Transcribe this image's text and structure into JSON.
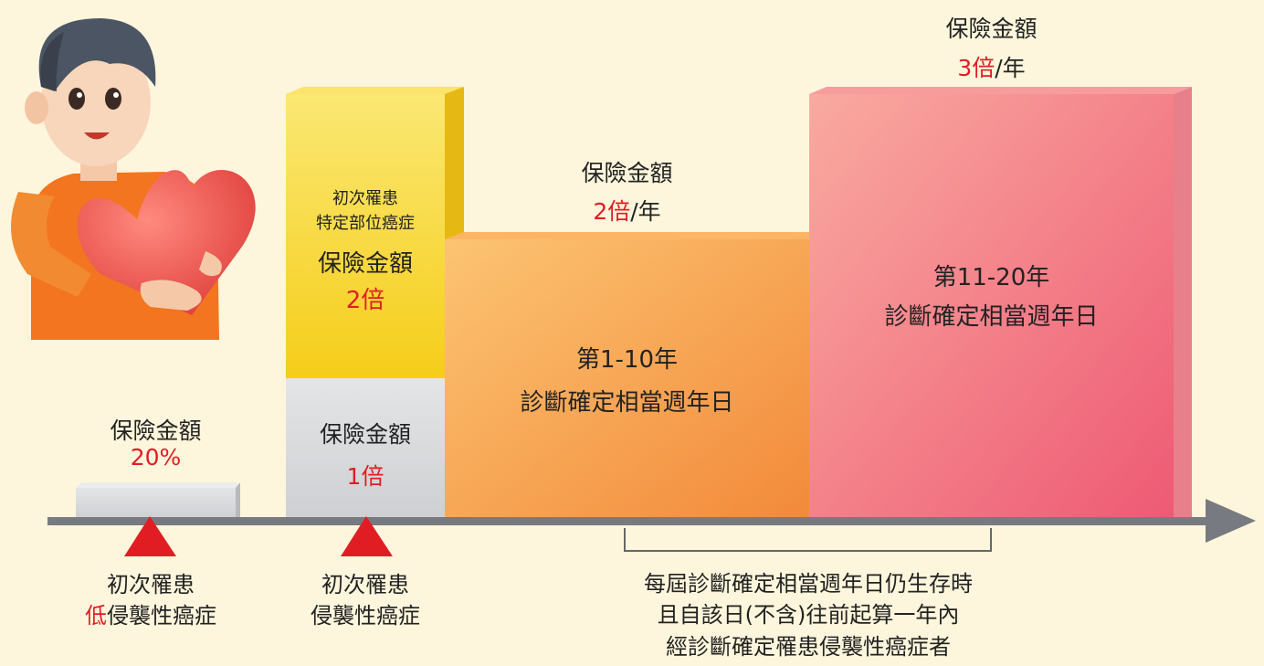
{
  "colors": {
    "background": "#fdf6dc",
    "accent_red": "#e11d24",
    "axis": "#777a80",
    "grey_block": "#d9dadc",
    "yellow_block": "#f7d93a",
    "orange_block": "#f6a44a",
    "pink_block": "#f48a8e"
  },
  "illustration": {
    "icon": "man-holding-heart-icon"
  },
  "stage_low": {
    "amount_label": "保險金額",
    "amount_value": "20%",
    "trigger_line1": "初次罹患",
    "trigger_highlight": "低",
    "trigger_line2": "侵襲性癌症"
  },
  "stage_initial": {
    "amount_label": "保險金額",
    "amount_value": "1倍",
    "trigger_line1": "初次罹患",
    "trigger_line2": "侵襲性癌症"
  },
  "stage_specific": {
    "line1": "初次罹患",
    "line2": "特定部位癌症",
    "amount_label": "保險金額",
    "amount_value": "2倍"
  },
  "stage_years_1_10": {
    "amount_label": "保險金額",
    "amount_value": "2倍",
    "amount_unit": "/年",
    "period": "第1-10年",
    "desc": "診斷確定相當週年日"
  },
  "stage_years_11_20": {
    "amount_label": "保險金額",
    "amount_value": "3倍",
    "amount_unit": "/年",
    "period": "第11-20年",
    "desc": "診斷確定相當週年日"
  },
  "condition_note": {
    "line1": "每屆診斷確定相當週年日仍生存時",
    "line2": "且自該日(不含)往前起算一年內",
    "line3": "經診斷確定罹患侵襲性癌症者"
  }
}
